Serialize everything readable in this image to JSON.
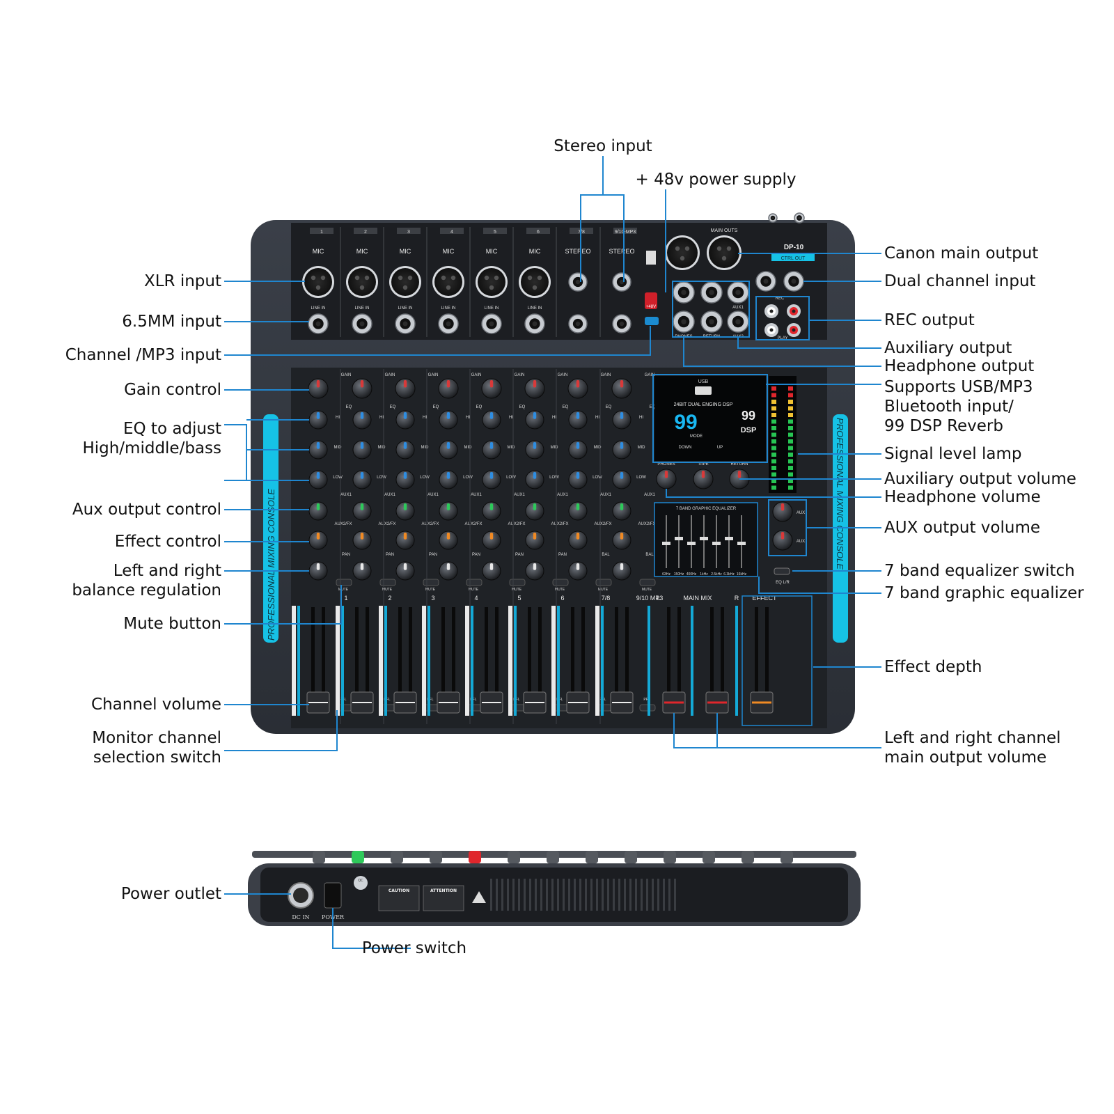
{
  "device": {
    "model": "DP-10",
    "ctrl_out": "CTRL OUT",
    "side_text": "PROFESSIONAL MIXING CONSOLE",
    "channel_numbers": [
      "1",
      "2",
      "3",
      "4",
      "5",
      "6",
      "7/8",
      "9/10-MP3"
    ],
    "input_labels": [
      "MIC",
      "MIC",
      "MIC",
      "MIC",
      "MIC",
      "MIC",
      "STEREO",
      "STEREO"
    ],
    "line_in": "LINE IN",
    "main_outs": "MAIN OUTS",
    "phantom": "+48V",
    "jack_labels": {
      "phones": "PHONES",
      "return": "RETURN",
      "aux1": "AUX1",
      "aux2": "AUX2",
      "rec": "REC",
      "play": "PLAY"
    },
    "strip_labels": {
      "gain": "GAIN",
      "eq": "EQ",
      "hi": "HI",
      "mid": "MID",
      "low": "LOW",
      "aux1": "AUX1",
      "aux2fx": "AUX2/FX",
      "pan": "PAN",
      "bal": "BAL",
      "mute": "MUTE",
      "pfl": "PFL"
    },
    "dsp": {
      "usb": "USB",
      "title": "24BIT DUAL ENGING DSP",
      "display_left": "99",
      "display_right": "99",
      "dsp": "DSP",
      "mode": "MODE",
      "down": "DOWN",
      "up": "UP"
    },
    "knob_labels": {
      "phones": "PHONES",
      "tape": "TAPE",
      "return": "RETURN",
      "aux": "AUX"
    },
    "geq_title": "7 BAND GRAPHIC EQUALIZER",
    "geq_freqs": [
      "63Hz",
      "150Hz",
      "400Hz",
      "1kHz",
      "2.5kHz",
      "6.3kHz",
      "16kHz"
    ],
    "eq_switch": "EQ L/R",
    "main_mix": "MAIN MIX",
    "effect": "EFFECT",
    "fader_numbers": [
      "1",
      "2",
      "3",
      "4",
      "5",
      "6",
      "7/8",
      "9/10\nMP3"
    ],
    "lr": [
      "L",
      "R"
    ],
    "rear": {
      "dc_in": "DC IN",
      "power": "POWER",
      "qc": "QC\nPASS",
      "caution": "CAUTION",
      "attention": "ATTENTION"
    }
  },
  "callouts": {
    "left": [
      {
        "id": "xlr",
        "text": "XLR input"
      },
      {
        "id": "jack65",
        "text": "6.5MM input"
      },
      {
        "id": "mp3",
        "text": "Channel /MP3 input"
      },
      {
        "id": "gain",
        "text": "Gain control"
      },
      {
        "id": "eq",
        "text": "EQ to adjust\nHigh/middle/bass"
      },
      {
        "id": "aux",
        "text": "Aux output control"
      },
      {
        "id": "fx",
        "text": "Effect control"
      },
      {
        "id": "pan",
        "text": "Left and right\nbalance regulation"
      },
      {
        "id": "mute",
        "text": "Mute button"
      },
      {
        "id": "chvol",
        "text": "Channel volume"
      },
      {
        "id": "monitor",
        "text": "Monitor channel\nselection switch"
      },
      {
        "id": "poweroutlet",
        "text": "Power outlet"
      }
    ],
    "right": [
      {
        "id": "canon",
        "text": "Canon main output"
      },
      {
        "id": "dual",
        "text": "Dual channel input"
      },
      {
        "id": "rec",
        "text": "REC output"
      },
      {
        "id": "auxout",
        "text": "Auxiliary output"
      },
      {
        "id": "hpout",
        "text": "Headphone output"
      },
      {
        "id": "usb",
        "text": "Supports USB/MP3\nBluetooth input/\n99 DSP Reverb"
      },
      {
        "id": "signal",
        "text": "Signal level lamp"
      },
      {
        "id": "auxvol",
        "text": "Auxiliary output volume"
      },
      {
        "id": "hpvol",
        "text": "Headphone volume"
      },
      {
        "id": "auxoutvol",
        "text": "AUX output volume"
      },
      {
        "id": "eqswitch",
        "text": "7 band equalizer switch"
      },
      {
        "id": "geq",
        "text": "7 band graphic equalizer"
      },
      {
        "id": "depth",
        "text": "Effect depth"
      },
      {
        "id": "mainvol",
        "text": "Left and right channel\nmain output volume"
      }
    ],
    "top": [
      {
        "id": "stereo",
        "text": "Stereo input"
      },
      {
        "id": "phantom48",
        "text": "+ 48v power supply"
      }
    ],
    "bottom": [
      {
        "id": "powerswitch",
        "text": "Power switch"
      }
    ]
  }
}
